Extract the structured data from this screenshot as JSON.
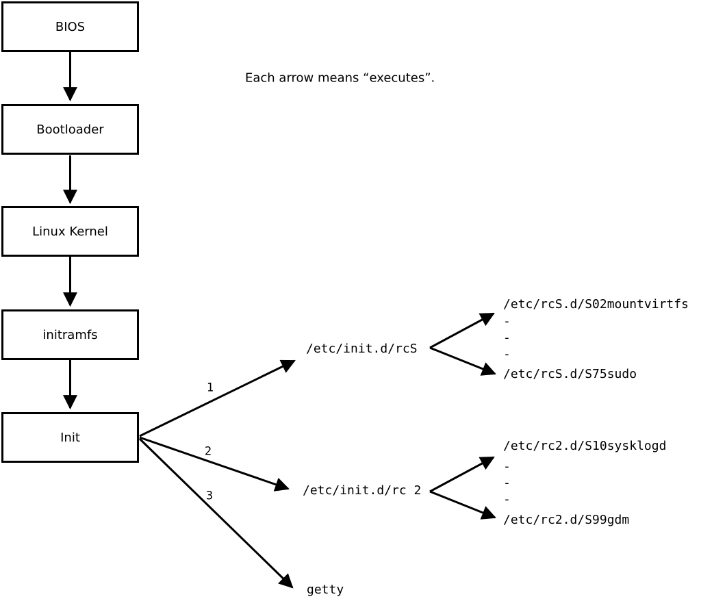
{
  "diagram": {
    "caption": "Each arrow means “executes”.",
    "arrow_meaning": "executes",
    "colors": {
      "line": "#000000",
      "background": "#ffffff",
      "box_fill": "#ffffff",
      "text": "#000000"
    },
    "boot_chain": [
      {
        "label": "BIOS"
      },
      {
        "label": "Bootloader"
      },
      {
        "label": "Linux Kernel"
      },
      {
        "label": "initramfs"
      },
      {
        "label": "Init"
      }
    ],
    "branches": [
      {
        "order": "1",
        "target": "/etc/init.d/rcS",
        "children": [
          "/etc/rcS.d/S02mountvirtfs",
          "-",
          "-",
          "-",
          "/etc/rcS.d/S75sudo"
        ]
      },
      {
        "order": "2",
        "target": "/etc/init.d/rc 2",
        "children": [
          "/etc/rc2.d/S10sysklogd",
          "-",
          "-",
          "-",
          "/etc/rc2.d/S99gdm"
        ]
      },
      {
        "order": "3",
        "target": "getty",
        "children": []
      }
    ]
  }
}
